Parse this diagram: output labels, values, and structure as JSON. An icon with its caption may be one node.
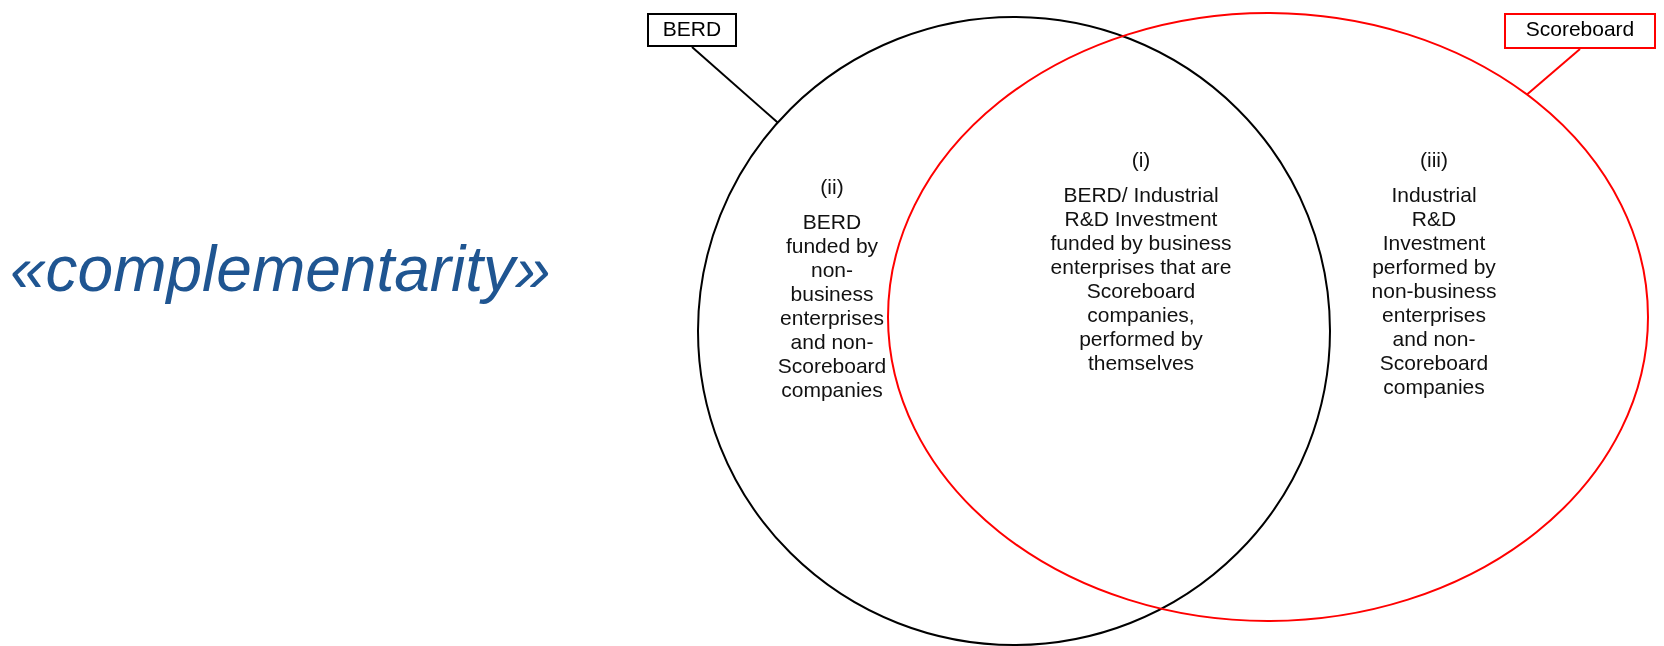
{
  "diagram": {
    "nodes": [
      {
        "text": [
          "BERD"
        ]
      },
      {
        "text": [
          "Scoreboard"
        ]
      },
      {
        "text": [],
        "shape": "circle"
      },
      {
        "text": [],
        "shape": "circle"
      }
    ],
    "edges": [
      {
        "from": 0,
        "to": 2,
        "arrow": "none"
      },
      {
        "from": 1,
        "to": 3,
        "arrow": "none",
        "color": "#ff0000"
      }
    ],
    "labels": [
      "«complementarity»",
      "(ii)",
      "BERD funded by non-business enterprises and non-Scoreboard companies",
      "(i)",
      "BERD/ Industrial R&D Investment funded by business enterprises that are Scoreboard companies, performed by themselves",
      "(iii)",
      "Industrial R&D Investment performed by non-business enterprises and non-Scoreboard companies"
    ]
  }
}
